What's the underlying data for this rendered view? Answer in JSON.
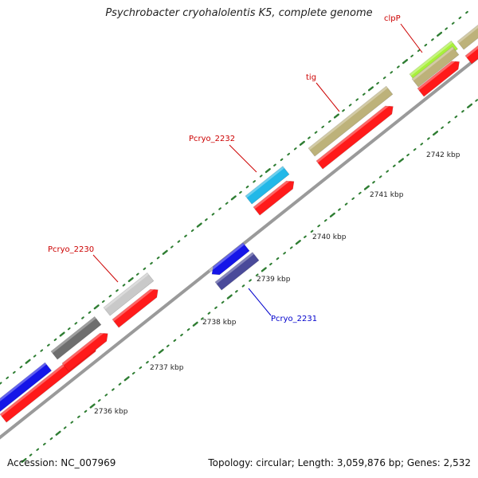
{
  "title": "Psychrobacter cryohalolentis K5, complete genome",
  "footer": {
    "accession": "Accession: NC_007969",
    "topology": "Topology: circular; Length: 3,059,876 bp; Genes: 2,532"
  },
  "ticks": [
    {
      "label": "2736 kbp"
    },
    {
      "label": "2737 kbp"
    },
    {
      "label": "2738 kbp"
    },
    {
      "label": "2739 kbp"
    },
    {
      "label": "2740 kbp"
    },
    {
      "label": "2741 kbp"
    },
    {
      "label": "2742 kbp"
    }
  ],
  "gene_labels": [
    {
      "name": "Pcryo_2230",
      "color": "#cc0000"
    },
    {
      "name": "Pcryo_2231",
      "color": "#0000cc"
    },
    {
      "name": "Pcryo_2232",
      "color": "#cc0000"
    },
    {
      "name": "tig",
      "color": "#cc0000"
    },
    {
      "name": "clpP",
      "color": "#cc0000"
    }
  ],
  "colors": {
    "cds": "#ff1a1a",
    "backbone": "#9a9a9a",
    "tick": "#2e7d32",
    "gene_blue": "#1515e8",
    "gene_gray": "#6e6e6e",
    "gene_lightgray": "#c9c9c9",
    "gene_cyan": "#22b8e8",
    "gene_khaki": "#bdb27a",
    "gene_lime": "#a8f03c",
    "gene_slate": "#4a4a9a"
  }
}
